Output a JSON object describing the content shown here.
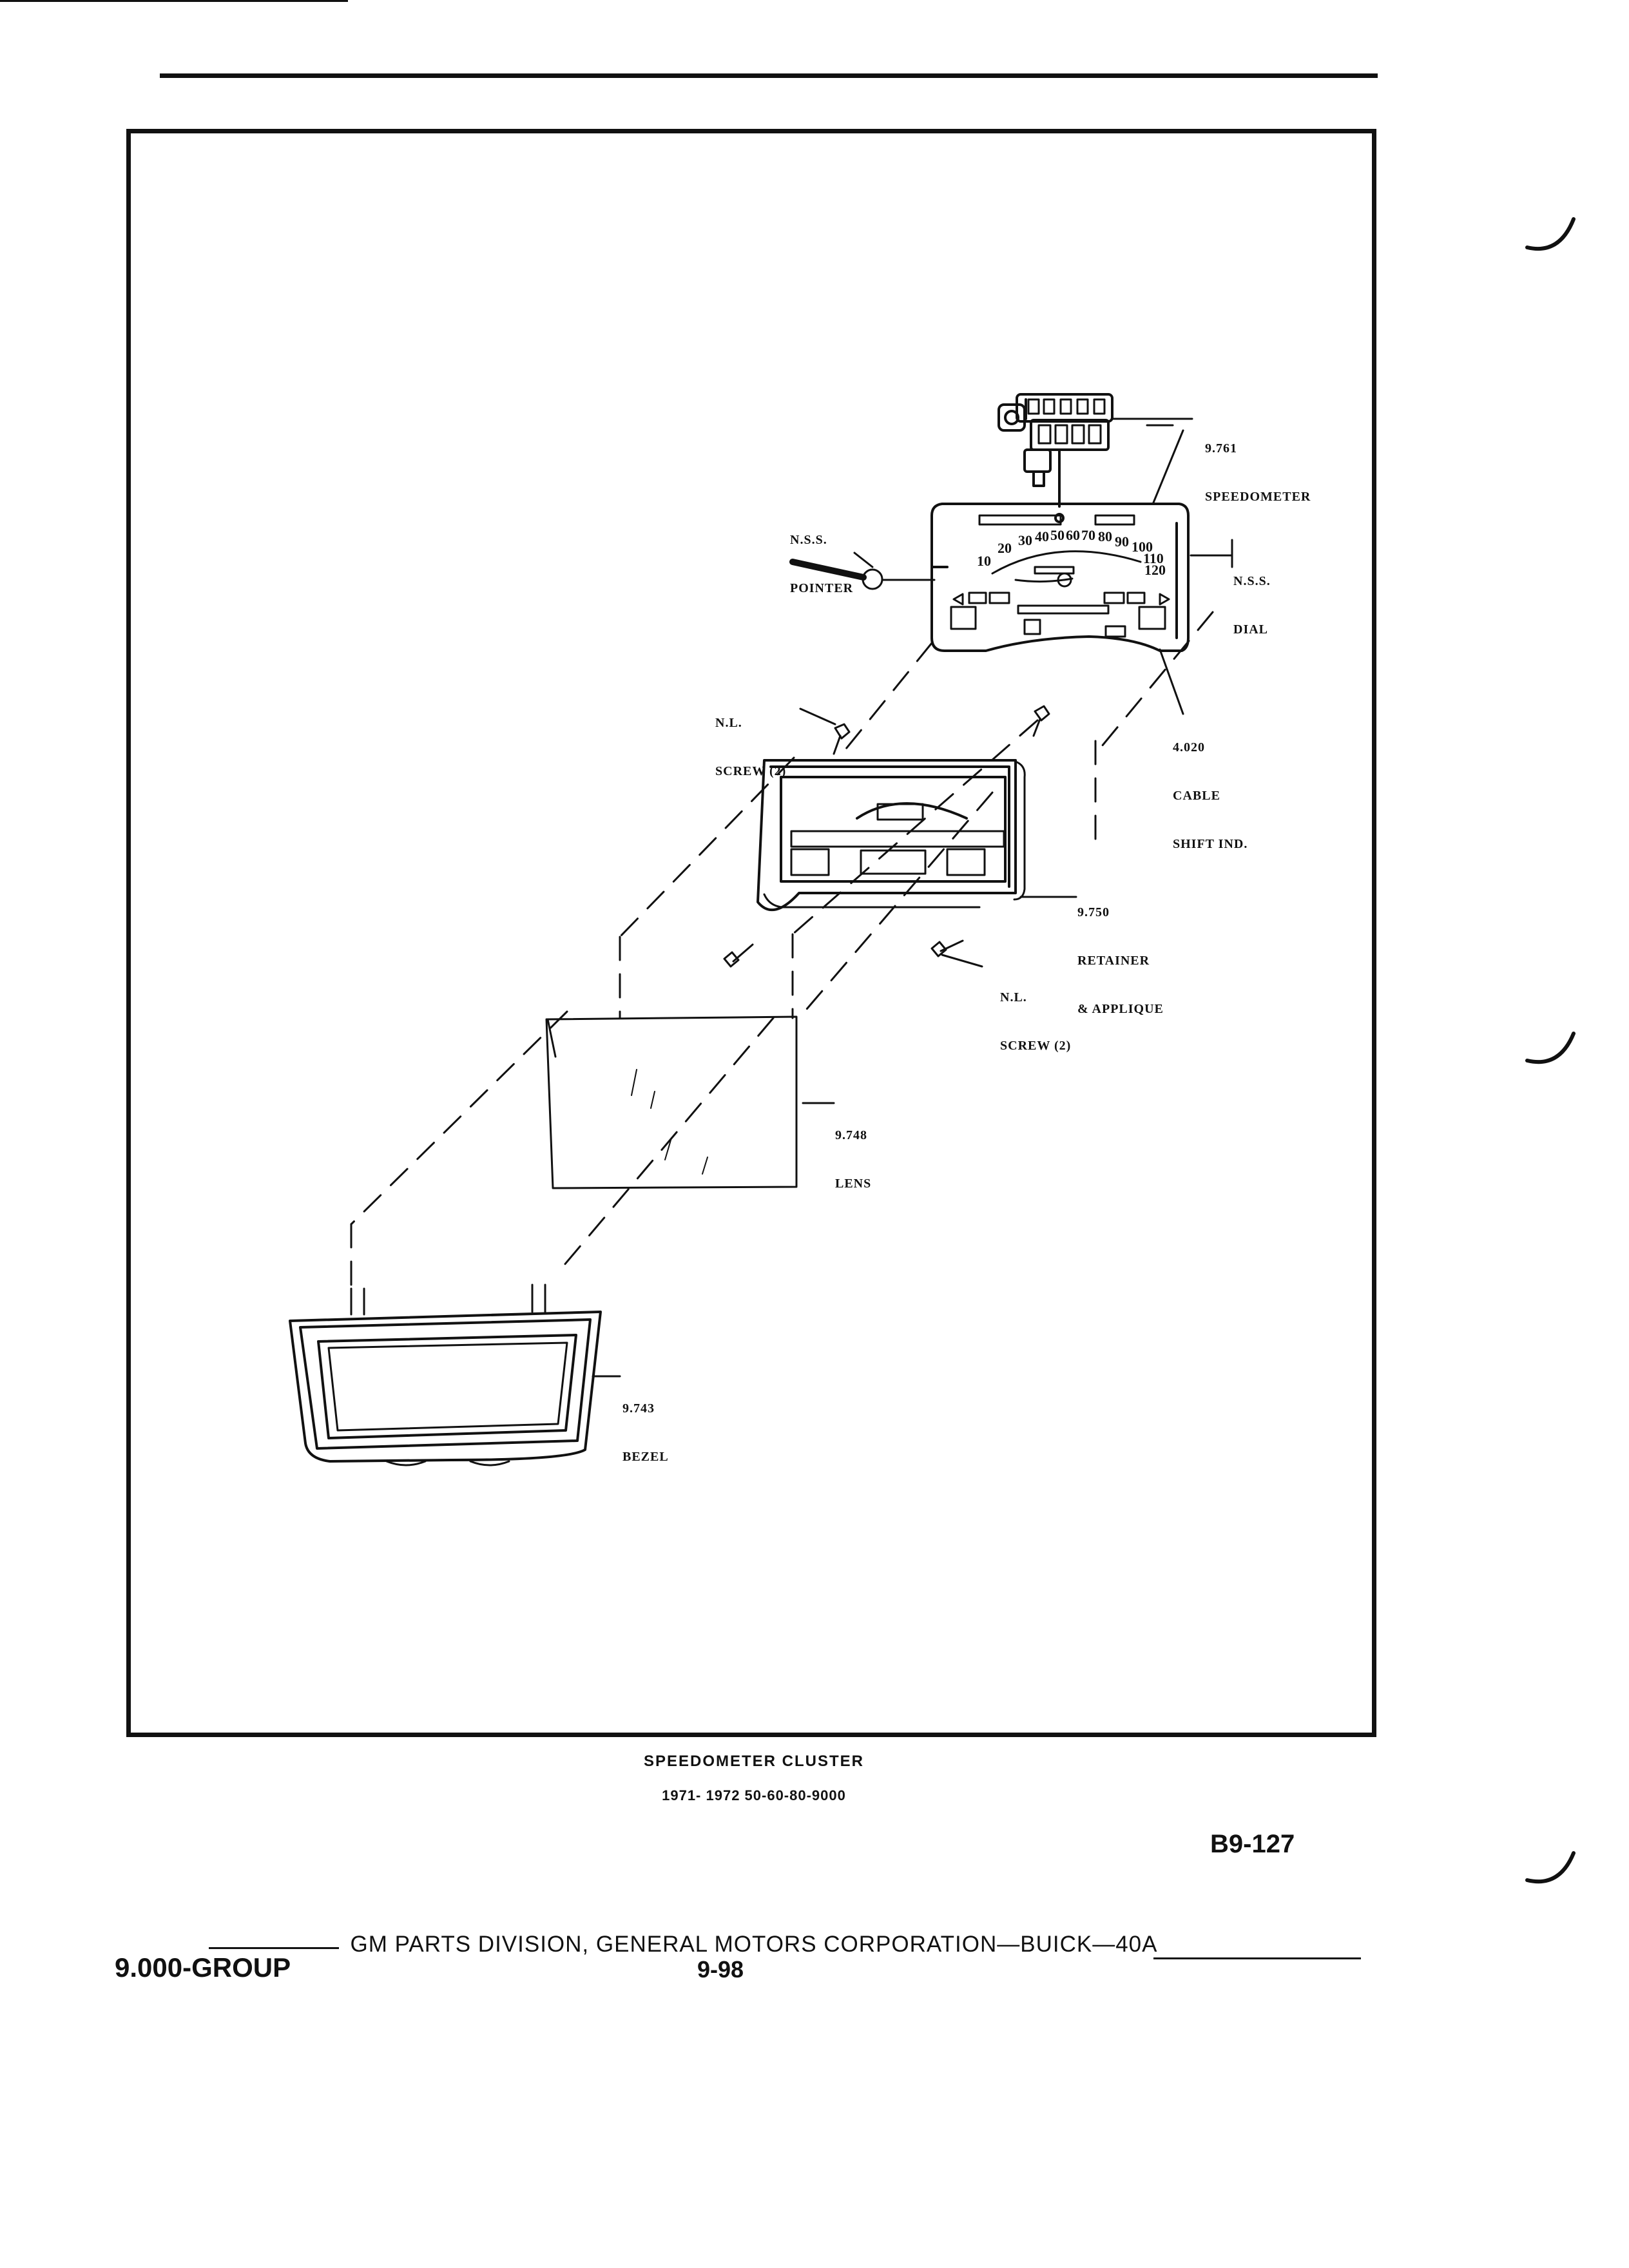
{
  "labels": {
    "speedometer": {
      "num": "9.761",
      "name": "SPEEDOMETER"
    },
    "pointer": {
      "num": "N.S.S.",
      "name": "POINTER"
    },
    "dial": {
      "num": "N.S.S.",
      "name": "DIAL"
    },
    "screw_top": {
      "num": "N.L.",
      "name": "SCREW (2)"
    },
    "cable": {
      "num": "4.020",
      "line2": "CABLE",
      "line3": "SHIFT IND."
    },
    "retainer": {
      "num": "9.750",
      "line2": "RETAINER",
      "line3": "& APPLIQUE"
    },
    "screw_bottom": {
      "num": "N.L.",
      "name": "SCREW (2)"
    },
    "lens": {
      "num": "9.748",
      "name": "LENS"
    },
    "bezel": {
      "num": "9.743",
      "name": "BEZEL"
    }
  },
  "dial_numbers": [
    "10",
    "20",
    "30",
    "40",
    "50",
    "60",
    "70",
    "80",
    "90",
    "100",
    "110",
    "120"
  ],
  "caption": {
    "title": "SPEEDOMETER CLUSTER",
    "subtitle": "1971- 1972 50-60-80-9000"
  },
  "plate_number": "B9-127",
  "footer": {
    "publisher": "GM PARTS DIVISION, GENERAL MOTORS CORPORATION—BUICK—40A",
    "group": "9.000-GROUP",
    "page": "9-98"
  }
}
